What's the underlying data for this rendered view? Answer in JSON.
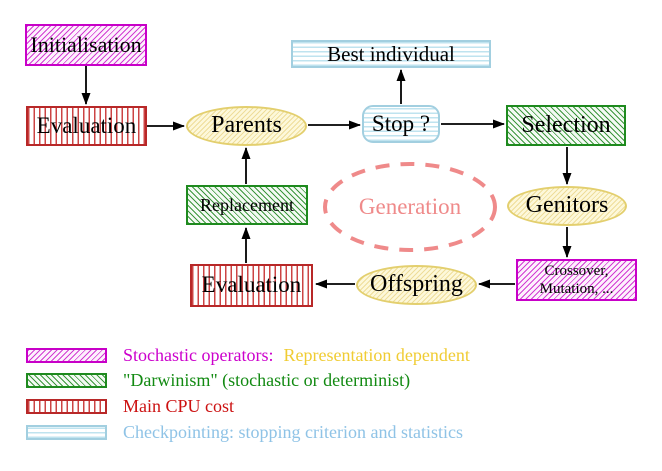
{
  "diagram": {
    "nodes": {
      "initialisation": {
        "label": "Initialisation"
      },
      "evaluation_top": {
        "label": "Evaluation"
      },
      "parents": {
        "label": "Parents"
      },
      "best_individual": {
        "label": "Best individual"
      },
      "stop": {
        "label": "Stop ?"
      },
      "selection": {
        "label": "Selection"
      },
      "genitors": {
        "label": "Genitors"
      },
      "crossover_mutation": {
        "line1": "Crossover,",
        "line2": "Mutation, ..."
      },
      "offspring": {
        "label": "Offspring"
      },
      "evaluation_bottom": {
        "label": "Evaluation"
      },
      "replacement": {
        "label": "Replacement"
      },
      "generation": {
        "label": "Generation"
      }
    },
    "legend": [
      {
        "key": "stochastic-operators",
        "text1": "Stochastic operators:",
        "text2": "Representation dependent"
      },
      {
        "key": "darwinism",
        "text1": "\"Darwinism\" (stochastic or determinist)",
        "text2": ""
      },
      {
        "key": "main-cpu-cost",
        "text1": "Main CPU cost",
        "text2": ""
      },
      {
        "key": "checkpointing",
        "text1": "Checkpointing: stopping criterion and statistics",
        "text2": ""
      }
    ],
    "colors": {
      "stochastic_magenta": "#cc00cc",
      "representation_yellow": "#f0cc33",
      "darwinism_green": "#128a12",
      "cpu_cost_red": "#cc1111",
      "checkpointing_blue": "#8fc3e6",
      "node_yellow_border": "#e3cf6e",
      "generation_salmon": "#ef8a8a",
      "arrow_black": "#000000"
    }
  }
}
